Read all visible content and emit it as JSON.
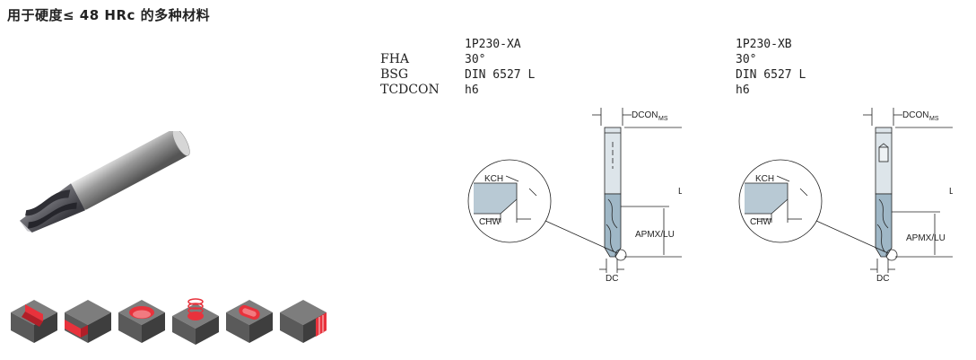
{
  "title": "用于硬度≤ 48 HRc 的多种材料",
  "spec_labels": [
    "FHA",
    "BSG",
    "TCDCON"
  ],
  "variants": [
    {
      "code": "1P230-XA",
      "fha": "30°",
      "bsg": "DIN 6527 L",
      "tcdcon": "h6"
    },
    {
      "code": "1P230-XB",
      "fha": "30°",
      "bsg": "DIN 6527 L",
      "tcdcon": "h6"
    }
  ],
  "drawing_labels": {
    "dcon": "DCON",
    "dcon_sub": "MS",
    "lf": "LF",
    "apmx": "APMX/LU",
    "dc": "DC",
    "kch": "KCH",
    "chw": "CHW"
  },
  "operations": [
    "slot-milling-icon",
    "shoulder-milling-icon",
    "pocket-milling-icon",
    "helical-interpolation-icon",
    "profile-milling-icon",
    "side-milling-icon"
  ],
  "colors": {
    "shank": "#b8c6cf",
    "flute": "#8aa6b6",
    "highlight": "#e8323c",
    "block_top": "#7d7d7d",
    "block_side": "#4e4e4e"
  }
}
